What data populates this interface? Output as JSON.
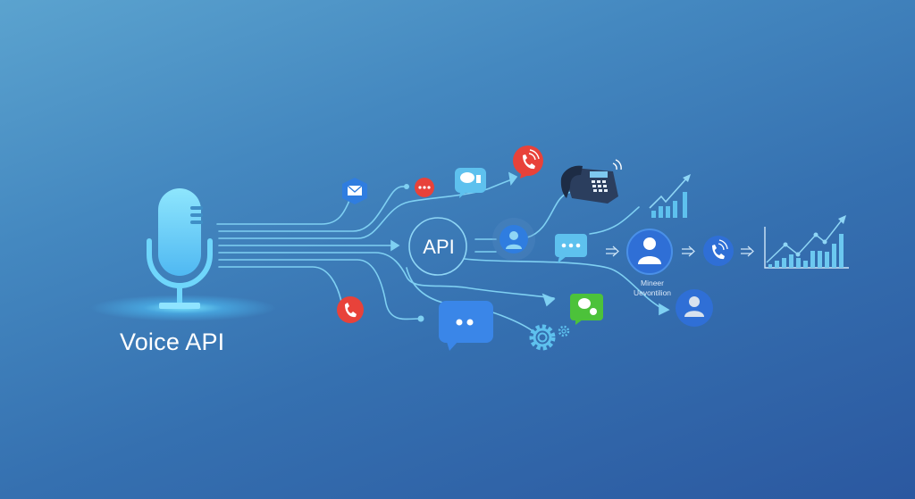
{
  "title": "Voice API",
  "hub": {
    "label": "API"
  },
  "node_caption": {
    "line1": "Mineer",
    "line2": "Uevontilion"
  },
  "colors": {
    "background_top_left": "#5ba3cf",
    "background_bottom_right": "#2b58a0",
    "line": "#7fd0f2",
    "mic": "#6fd6fb",
    "red_accent": "#e8423a",
    "green_accent": "#4cc23a",
    "blue_icon": "#2f7de0"
  },
  "nodes": [
    {
      "id": "microphone",
      "icon": "microphone-icon"
    },
    {
      "id": "email",
      "icon": "envelope-icon"
    },
    {
      "id": "red-chat",
      "icon": "chat-dots-icon"
    },
    {
      "id": "chat-bubbles",
      "icon": "chat-bubbles-icon"
    },
    {
      "id": "red-call",
      "icon": "phone-ringing-icon"
    },
    {
      "id": "desk-phone",
      "icon": "desk-phone-icon"
    },
    {
      "id": "growth-chart-small",
      "icon": "bar-chart-icon"
    },
    {
      "id": "user-api",
      "icon": "user-icon"
    },
    {
      "id": "message",
      "icon": "chat-dots-icon"
    },
    {
      "id": "user-main",
      "icon": "user-icon"
    },
    {
      "id": "call-blue",
      "icon": "phone-ringing-icon"
    },
    {
      "id": "analytics-chart",
      "icon": "line-bar-chart-icon"
    },
    {
      "id": "red-phone",
      "icon": "phone-icon"
    },
    {
      "id": "blue-chat",
      "icon": "chat-dots-icon"
    },
    {
      "id": "gears",
      "icon": "gear-icon"
    },
    {
      "id": "green-chat",
      "icon": "chat-bubbles-icon"
    },
    {
      "id": "user-lower",
      "icon": "user-icon"
    }
  ],
  "arrows": [
    "⇒",
    "⇒",
    "⇒"
  ]
}
